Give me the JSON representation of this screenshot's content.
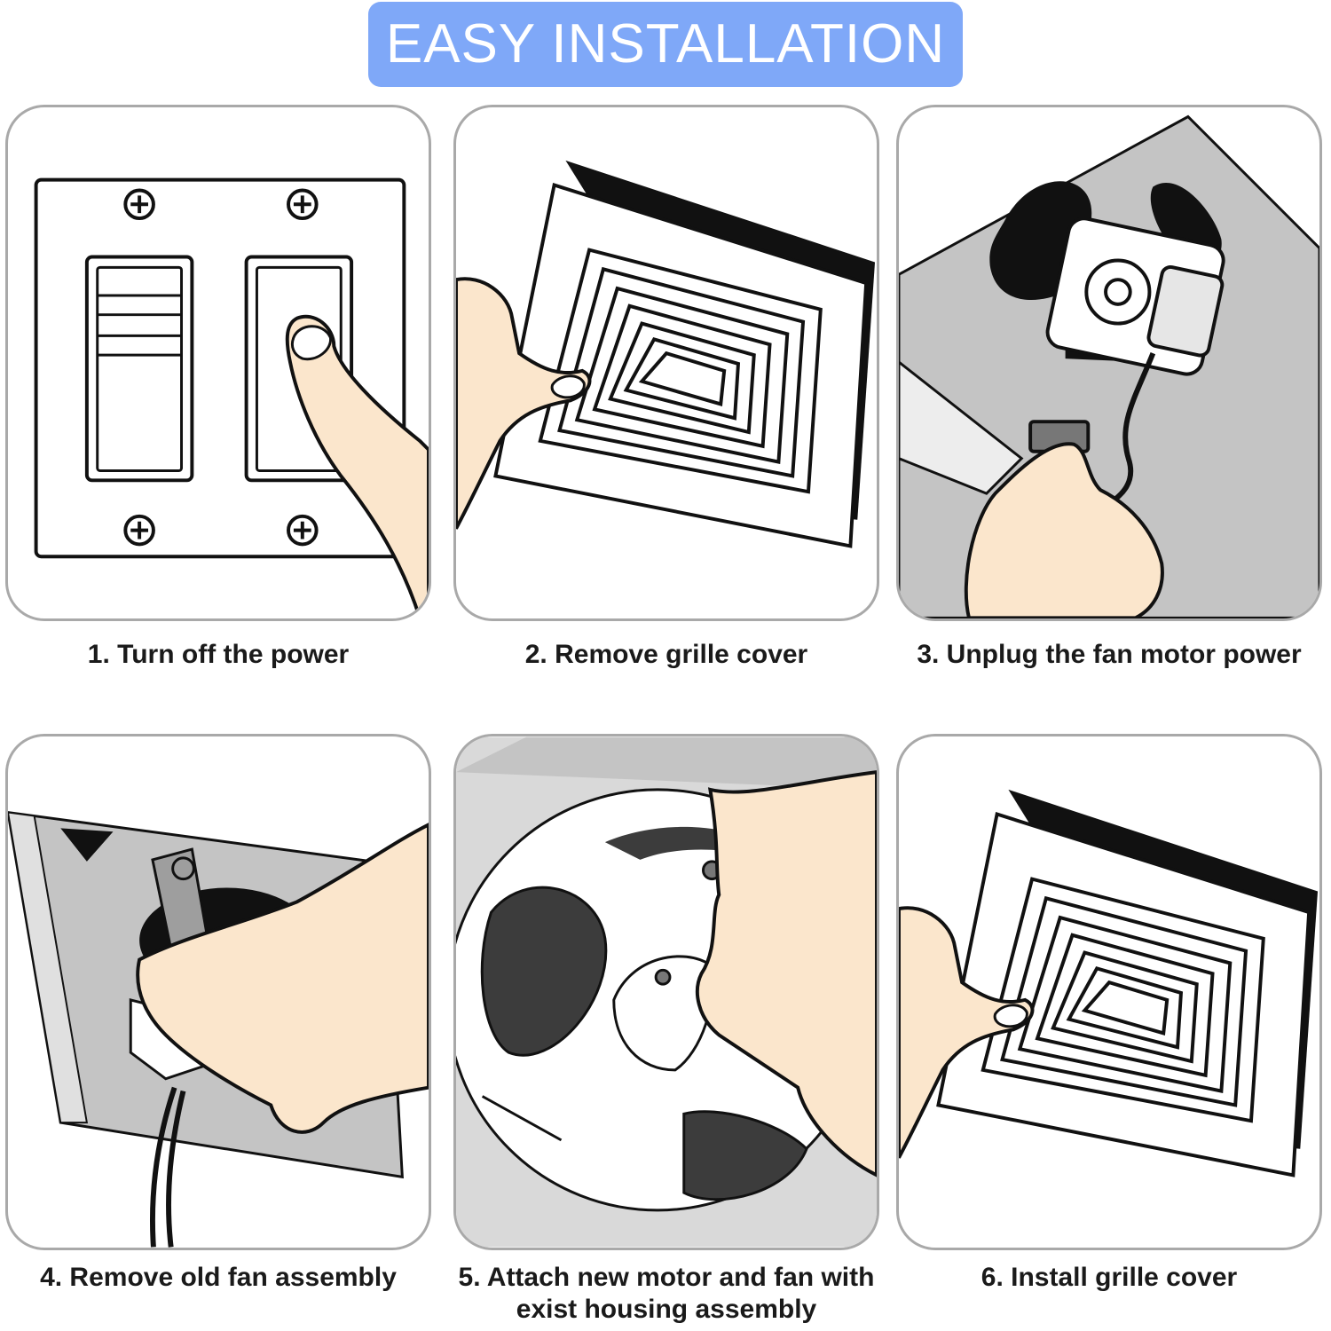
{
  "title": "EASY INSTALLATION",
  "colors": {
    "banner": "#7fa8f8",
    "skin": "#fbe6cc",
    "panel_border": "#a9a9a9",
    "housing": "#bdbdbd"
  },
  "steps": [
    {
      "label": "1. Turn off the power"
    },
    {
      "label": "2. Remove grille cover"
    },
    {
      "label": "3. Unplug the fan motor power"
    },
    {
      "label": "4. Remove old fan assembly"
    },
    {
      "label": "5. Attach new motor and fan with exist housing assembly"
    },
    {
      "label": "6. Install grille cover"
    }
  ]
}
